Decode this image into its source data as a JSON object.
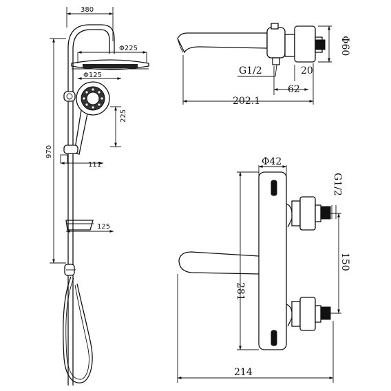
{
  "shower_system": {
    "dims": {
      "width_top": "380",
      "head_diameter": "Φ225",
      "hand_diameter": "Φ125",
      "height_total": "970",
      "hand_height": "225",
      "bracket_depth": "111",
      "shelf_depth": "125"
    }
  },
  "mixer_side": {
    "dims": {
      "inlet_thread": "G1/2",
      "outlet_height": "20",
      "spout_length": "202.1",
      "body_offset": "62",
      "handle_diameter": "Φ60"
    }
  },
  "mixer_front": {
    "dims": {
      "body_diameter": "Φ42",
      "inlet_thread": "G1/2",
      "inlet_centers": "150",
      "body_height": "281",
      "overall_width": "214"
    }
  }
}
